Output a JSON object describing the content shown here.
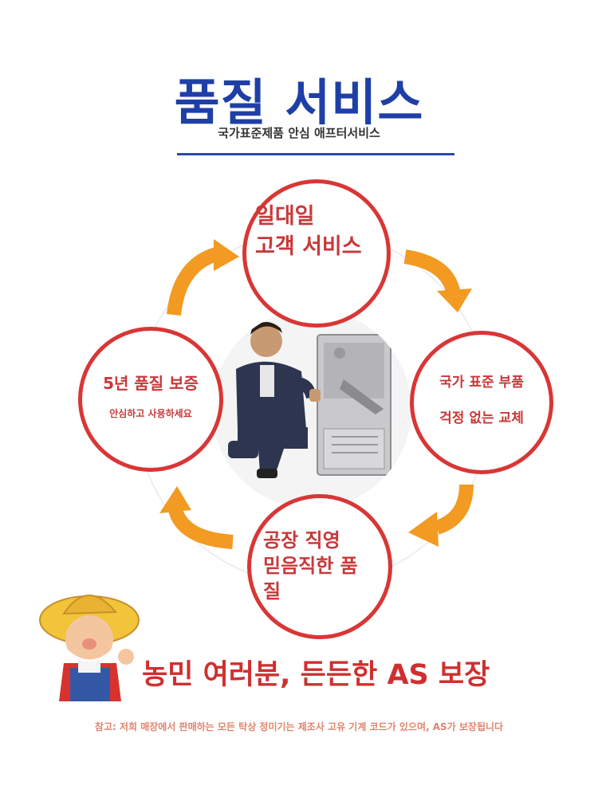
{
  "header": {
    "title": "품질 서비스",
    "subtitle": "국가표준제품 안심 애프터서비스"
  },
  "circles": {
    "top": {
      "line1": "일대일",
      "line2": "고객 서비스"
    },
    "left": {
      "line1": "5년 품질 보증",
      "line2": "안심하고 사용하세요"
    },
    "right": {
      "line1": "국가 표준 부품",
      "line2": "걱정 없는 교체"
    },
    "bottom": {
      "line1": "공장 직영",
      "line2": "믿음직한 품",
      "line3": "질"
    }
  },
  "slogan": "농민 여러분, 든든한 AS 보장",
  "footer_note": "참고: 저희 매장에서 판매하는 모든 탁상 정미기는 제조사 고유 기계 코드가 있으며, AS가 보장됩니다",
  "colors": {
    "title_blue": "#1f3fa8",
    "circle_red": "#d93636",
    "arrow_orange": "#f29a21",
    "text_red": "#c8383a"
  }
}
